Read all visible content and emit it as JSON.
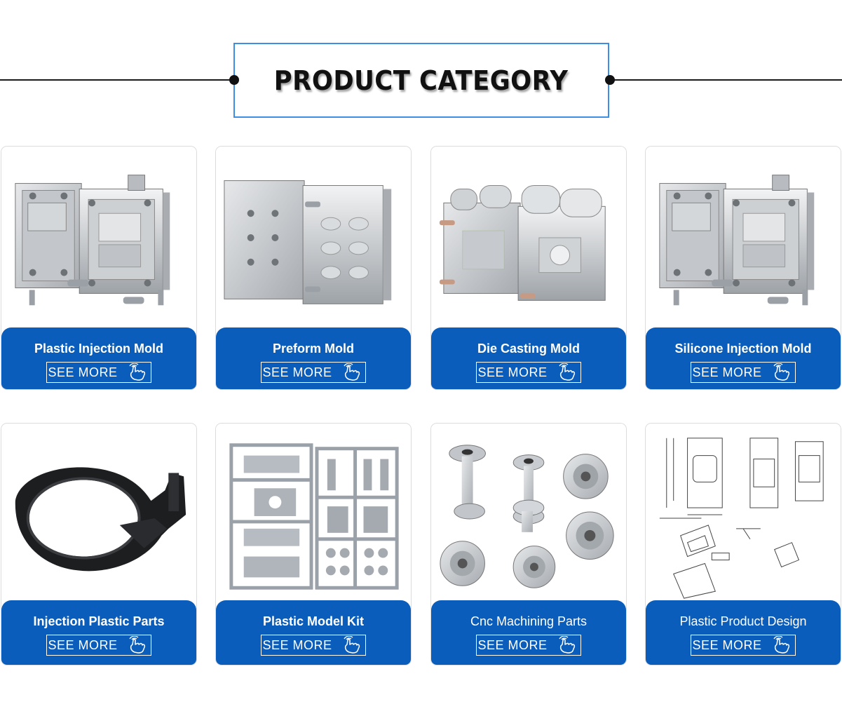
{
  "header": {
    "title": "PRODUCT CATEGORY"
  },
  "cards": [
    {
      "title": "Plastic Injection Mold",
      "button": "SEE MORE",
      "image_icon": "mold-image-icon"
    },
    {
      "title": "Preform Mold",
      "button": "SEE MORE",
      "image_icon": "preform-mold-image-icon"
    },
    {
      "title": "Die Casting Mold",
      "button": "SEE MORE",
      "image_icon": "die-casting-image-icon"
    },
    {
      "title": "Silicone Injection Mold",
      "button": "SEE MORE",
      "image_icon": "mold-image-icon"
    },
    {
      "title": "Injection Plastic Parts",
      "button": "SEE MORE",
      "image_icon": "plastic-part-image-icon"
    },
    {
      "title": "Plastic Model Kit",
      "button": "SEE MORE",
      "image_icon": "model-kit-image-icon"
    },
    {
      "title": "Cnc Machining Parts",
      "button": "SEE MORE",
      "image_icon": "cnc-parts-image-icon"
    },
    {
      "title": "Plastic Product Design",
      "button": "SEE MORE",
      "image_icon": "technical-drawing-image-icon"
    }
  ],
  "colors": {
    "accent_blue": "#0a5dba",
    "frame_blue": "#3d8fe6",
    "button_icon": "hand-pointer-icon"
  }
}
